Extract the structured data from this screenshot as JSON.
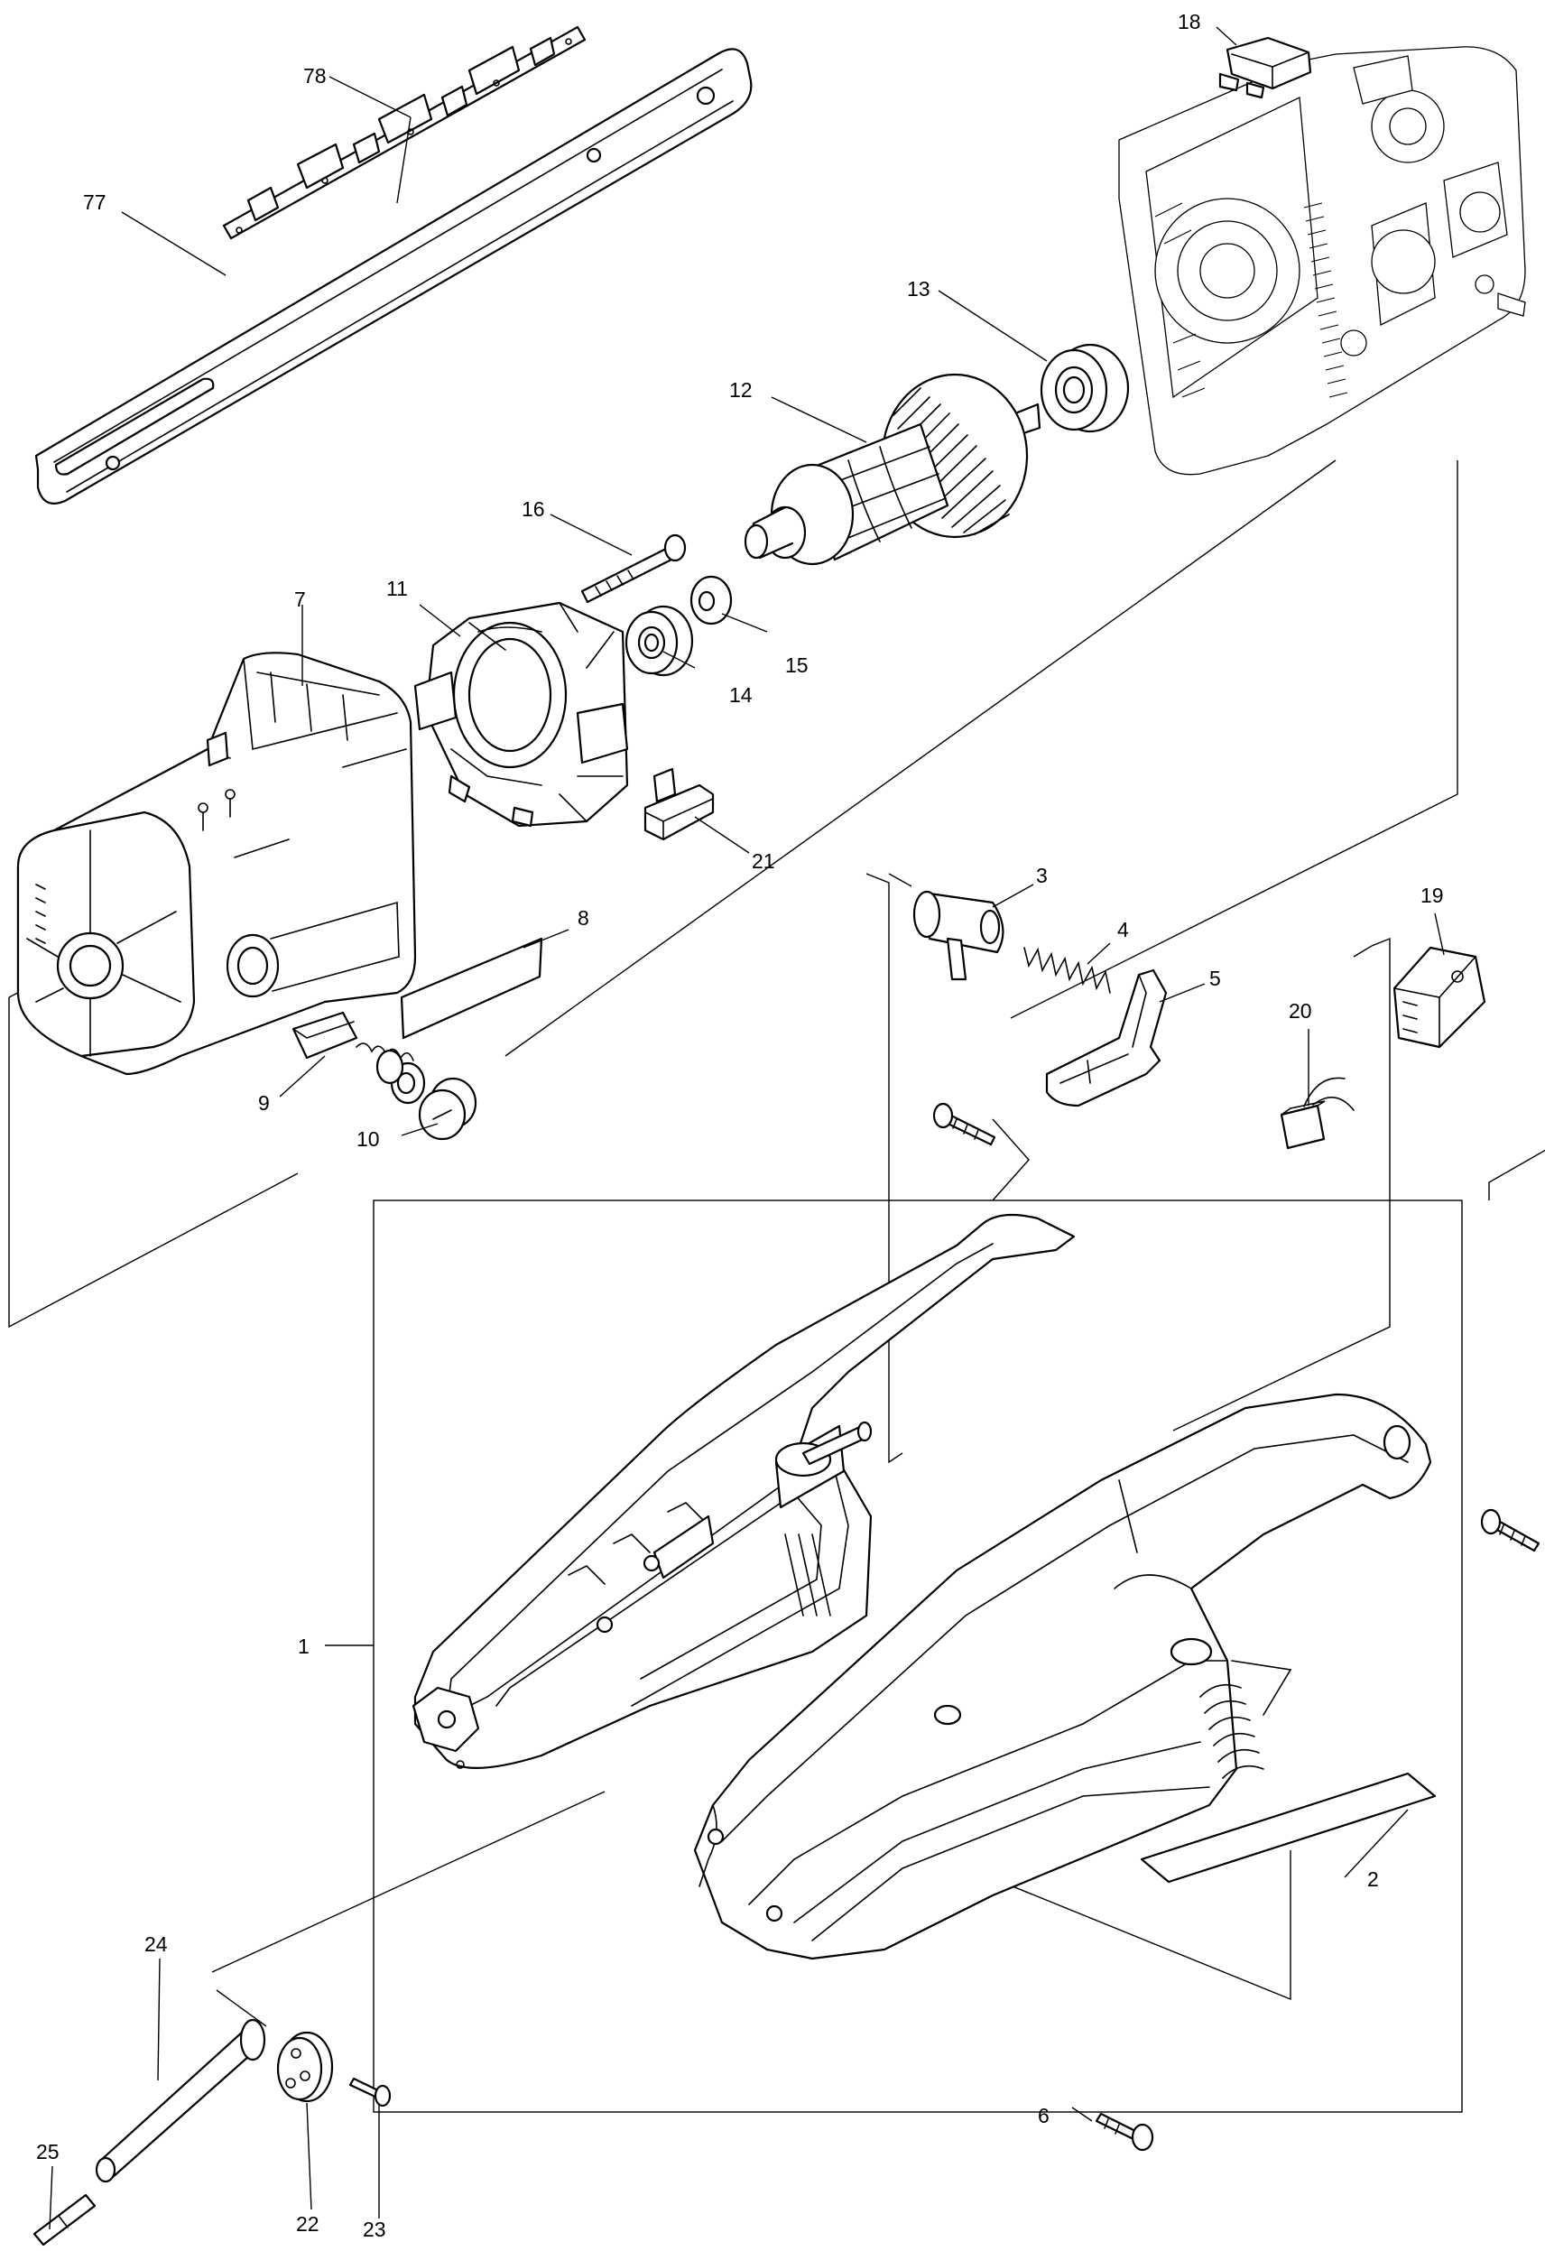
{
  "colors": {
    "line": "#000000",
    "background": "#ffffff"
  },
  "callouts": {
    "p1": "1",
    "p2": "2",
    "p3": "3",
    "p4": "4",
    "p5": "5",
    "p6": "6",
    "p7": "7",
    "p8": "8",
    "p9": "9",
    "p10": "10",
    "p11": "11",
    "p12": "12",
    "p13": "13",
    "p14": "14",
    "p15": "15",
    "p16": "16",
    "p18": "18",
    "p19": "19",
    "p20": "20",
    "p21": "21",
    "p22": "22",
    "p23": "23",
    "p24": "24",
    "p25": "25",
    "p77": "77",
    "p78": "78"
  }
}
